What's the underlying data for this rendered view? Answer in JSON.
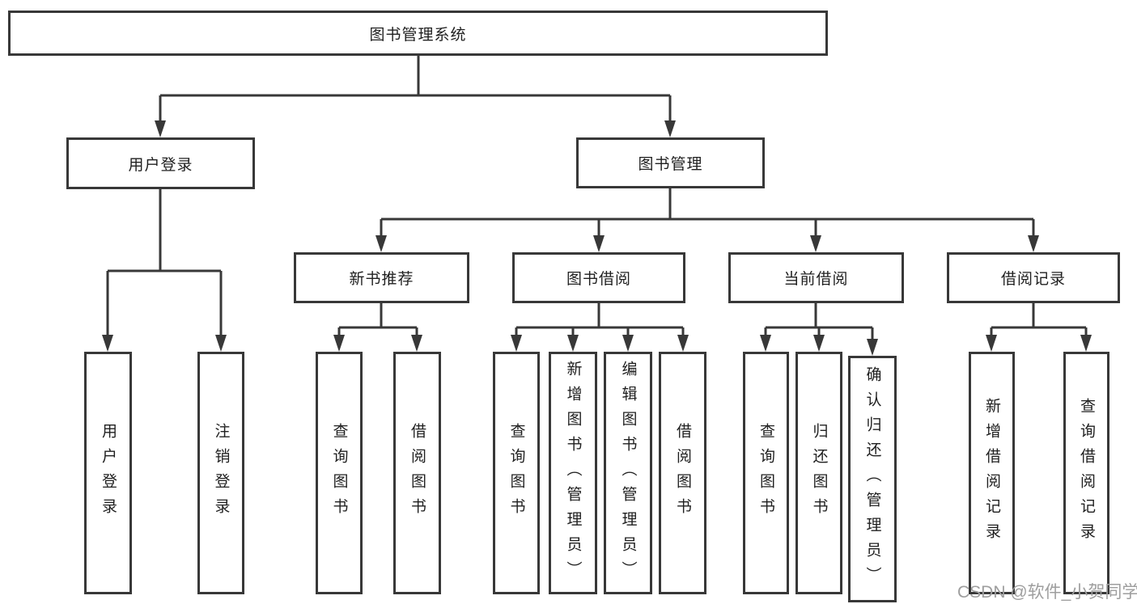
{
  "colors": {
    "line": "#383838",
    "box_border": "#383838",
    "text": "#1f1f1f",
    "background": "#ffffff",
    "watermark": "#9e9e9e"
  },
  "watermark": {
    "text": "CSDN @软件_小贺同学"
  },
  "tree": {
    "root": {
      "label": "图书管理系统"
    },
    "children": [
      {
        "label": "用户登录",
        "children": [
          {
            "label": "用户登录"
          },
          {
            "label": "注销登录"
          }
        ]
      },
      {
        "label": "图书管理",
        "children": [
          {
            "label": "新书推荐",
            "children": [
              {
                "label": "查询图书"
              },
              {
                "label": "借阅图书"
              }
            ]
          },
          {
            "label": "图书借阅",
            "children": [
              {
                "label": "查询图书"
              },
              {
                "label": "新增图书（管理员）"
              },
              {
                "label": "编辑图书（管理员）"
              },
              {
                "label": "借阅图书"
              }
            ]
          },
          {
            "label": "当前借阅",
            "children": [
              {
                "label": "查询图书"
              },
              {
                "label": "归还图书"
              },
              {
                "label": "确认归还（管理员）"
              }
            ]
          },
          {
            "label": "借阅记录",
            "children": [
              {
                "label": "新增借阅记录"
              },
              {
                "label": "查询借阅记录"
              }
            ]
          }
        ]
      }
    ]
  }
}
